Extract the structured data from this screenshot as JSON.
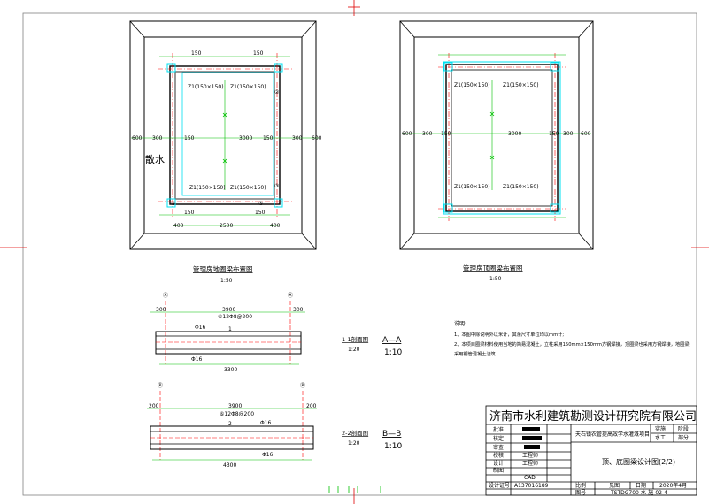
{
  "plan_left": {
    "title": "管理房地圈梁布置图",
    "scale": "1:50",
    "side_label": "散水",
    "beams": [
      "Z1(150×150)",
      "Z1(150×150)",
      "Z1(150×150)",
      "Z1(150×150)"
    ],
    "dims_top": [
      "150",
      "150"
    ],
    "dims_mid": [
      "300",
      "150",
      "3000",
      "150",
      "300"
    ],
    "dims_outer_side": [
      "600",
      "600"
    ],
    "dims_bottom": [
      "150",
      "150"
    ],
    "dims_base": [
      "400",
      "2500",
      "400"
    ],
    "markers": [
      "②",
      "③",
      "④",
      "⑤"
    ]
  },
  "plan_right": {
    "title": "管理房顶圈梁布置图",
    "scale": "1:50",
    "beams": [
      "Z1(150×150)",
      "Z1(150×150)",
      "Z1(150×150)",
      "Z1(150×150)"
    ],
    "dims_mid": [
      "300",
      "3000",
      "300"
    ],
    "dims_outer_side": [
      "600",
      "600"
    ],
    "dims_small": [
      "150",
      "150"
    ]
  },
  "section_1": {
    "axis_a": "Ⓐ",
    "axis_b": "Ⓐ",
    "dim_ends": [
      "300",
      "300"
    ],
    "span": "3900",
    "rebar_note": "⑥12Φ8@200",
    "rebar_side": "Φ16",
    "rebar_bot": "Φ16",
    "total": "3300",
    "ref": "1",
    "label": "1-1剖面图",
    "label_scale": "1:20",
    "mark": "A—A",
    "mark_scale": "1:10"
  },
  "section_2": {
    "axis_a": "Ⓑ",
    "axis_b": "Ⓑ",
    "dim_ends": [
      "200",
      "200"
    ],
    "span": "3900",
    "rebar_note": "⑥12Φ8@200",
    "rebar_side": "Φ16",
    "rebar_bot": "Φ16",
    "total": "4300",
    "ref": "2",
    "label": "2-2剖面图",
    "label_scale": "1:20",
    "mark": "B—B",
    "mark_scale": "1:10"
  },
  "notes": {
    "heading": "说明:",
    "line1": "1、本图中除说明外以米计，其余尺寸单位均以mm计;",
    "line2": "2、本项目圈梁材料使用当地的简易混凝土，立柱采用150mm×150mm方钢焊接，顶圈梁也采用方钢焊接，地圈梁",
    "line3": "采用钢管混凝土浇筑"
  },
  "title_block": {
    "company": "济南市水利建筑勘测设计研究院有限公司",
    "project": "天石镇农管提高效学水灌溉项目",
    "drawing_title": "顶、底圈梁设计图(2/2)",
    "rows": [
      "批准",
      "核定",
      "审查",
      "校核",
      "设计",
      "制图",
      "设计证号"
    ],
    "row_values": [
      "",
      "",
      "",
      "工程师",
      "工程师",
      "CAD",
      "A137016189"
    ],
    "stage_label": "实施",
    "stage_value": "阶段",
    "dept_label": "水工",
    "dept_value": "部分",
    "scale_label": "比例",
    "scale_value": "见图",
    "date_label": "日期",
    "date_value": "2020年4月",
    "number_label": "图号",
    "number_value": "TSTDG700-水-施-02-4"
  },
  "colors": {
    "line": "#000000",
    "cyan": "#00e0f0",
    "green": "#00c000",
    "red": "#ff0000",
    "border": "#808080"
  }
}
